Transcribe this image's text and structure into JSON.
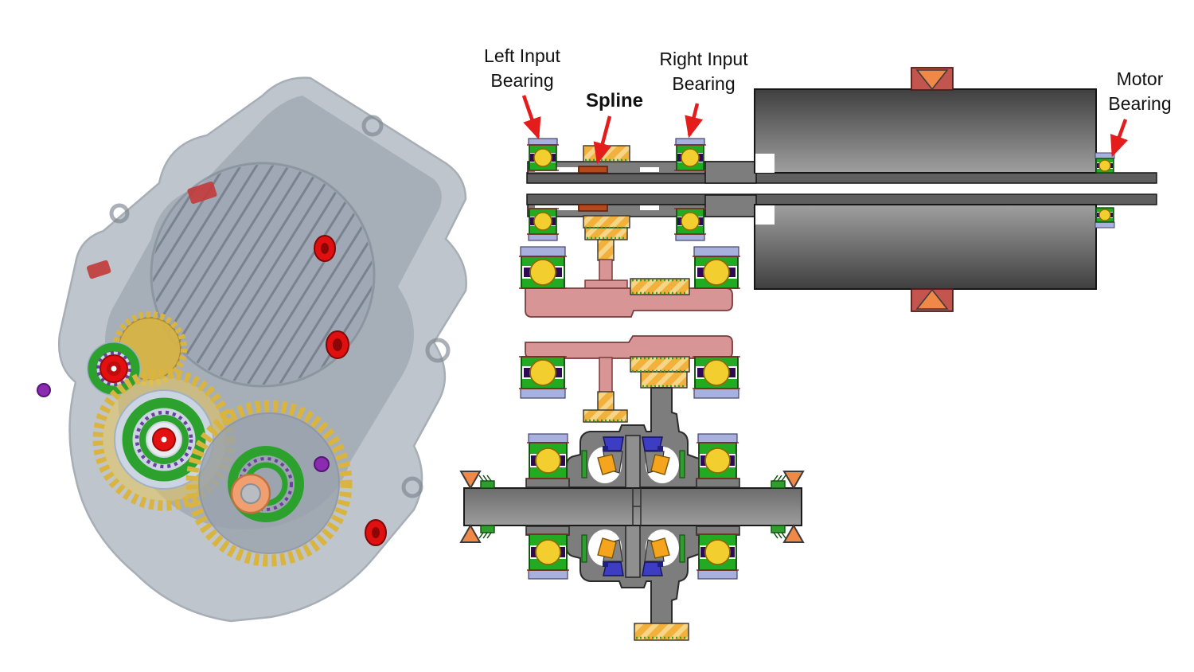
{
  "figure": {
    "description": "EV gearbox: 3D transparent CAD render (left) and bearing schematic cross-section (right)",
    "annotations": {
      "left_input_bearing": {
        "line1": "Left Input",
        "line2": "Bearing"
      },
      "spline": {
        "label": "Spline"
      },
      "right_input_bearing": {
        "line1": "Right Input",
        "line2": "Bearing"
      },
      "motor_bearing": {
        "line1": "Motor",
        "line2": "Bearing"
      }
    },
    "colors": {
      "bearing_green": "#22aa22",
      "ball_yellow": "#f2cf2f",
      "cap_lavender": "#a8b1dd",
      "race_purple": "#2e0a55",
      "gear_yellow": "#f2b13d",
      "gear_stripe": "#f7d588",
      "mesh_dash_green": "#2fa32f",
      "spline_rust": "#b5481d",
      "shaft_gray": "#6f6f6f",
      "intermediate_pink": "#d89595",
      "diff_housing_gray": "#7d7d7d",
      "tapered_bearing_blue": "#3d3dc4",
      "bevel_orange": "#f5a51d",
      "support_orange": "#f08848",
      "mount_red": "#c2564e",
      "arrow_red": "#e41c1c"
    }
  }
}
